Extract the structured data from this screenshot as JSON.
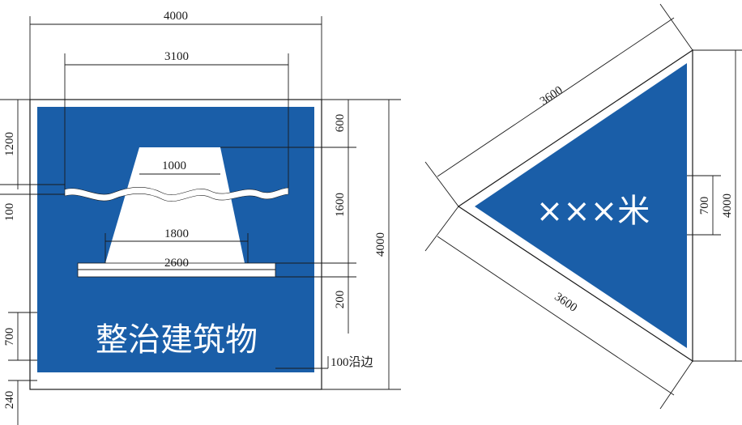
{
  "left_sign": {
    "title": "整治建筑物",
    "width_label": "4000",
    "inner_width_label": "3100",
    "top_width_label": "1000",
    "mid_width_label": "1800",
    "base_width_label": "2600",
    "top_spacing_label": "1200",
    "wave_height_label": "100",
    "right_top_label": "600",
    "right_mid_label": "1600",
    "right_base_label": "200",
    "total_height_label": "4000",
    "title_height_label": "700",
    "bottom_label": "240",
    "border_label": "100沿边"
  },
  "right_sign": {
    "text": "×××米",
    "side_top_label": "3600",
    "side_bottom_label": "3600",
    "height_label": "4000",
    "text_height_label": "700"
  },
  "colors": {
    "sign_blue": "#1a5ea8",
    "border_white": "#ffffff",
    "line": "#1a1a1a"
  }
}
